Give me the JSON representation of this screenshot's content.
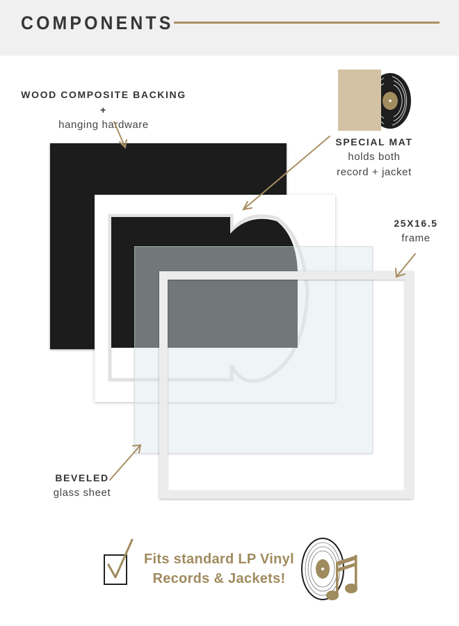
{
  "header": {
    "title": "COMPONENTS"
  },
  "labels": {
    "backing": {
      "title": "WOOD COMPOSITE BACKING +",
      "subtitle": "hanging hardware"
    },
    "mat": {
      "title": "SPECIAL MAT",
      "line1": "holds both",
      "line2": "record + jacket"
    },
    "frame": {
      "title": "25X16.5",
      "subtitle": "frame"
    },
    "glass": {
      "title": "BEVELED",
      "subtitle": "glass sheet"
    }
  },
  "footer": {
    "line1": "Fits standard LP Vinyl",
    "line2": "Records & Jackets!"
  },
  "icons": {
    "mat_icon": "record-jacket-icon",
    "check_icon": "checkbox-check-icon",
    "music_icon": "vinyl-music-note-icon"
  },
  "colors": {
    "accent_gold": "#a88e62",
    "text_gold": "#a08b5e",
    "header_bg": "#f0f0f0",
    "backing_black": "#1c1c1c",
    "jacket_tan": "#d3c2a3",
    "frame_white": "#ececec",
    "glass_tint": "#dce8ec"
  }
}
